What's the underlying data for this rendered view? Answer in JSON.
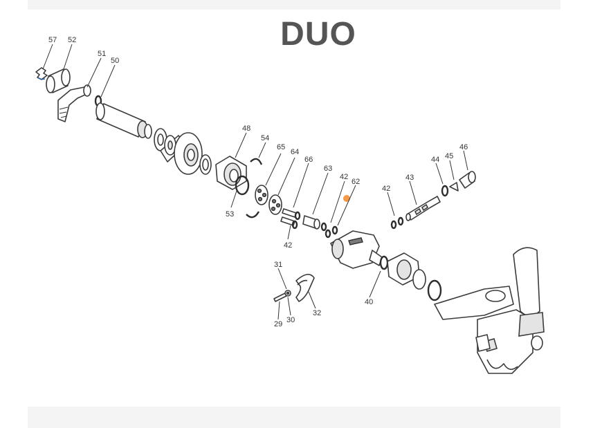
{
  "title": "DUO",
  "marker_color": "#f39a4a",
  "callouts": [
    {
      "id": "57",
      "label": "57"
    },
    {
      "id": "52",
      "label": "52"
    },
    {
      "id": "51",
      "label": "51"
    },
    {
      "id": "50",
      "label": "50"
    },
    {
      "id": "48",
      "label": "48"
    },
    {
      "id": "54",
      "label": "54"
    },
    {
      "id": "65",
      "label": "65"
    },
    {
      "id": "64",
      "label": "64"
    },
    {
      "id": "66",
      "label": "66"
    },
    {
      "id": "63",
      "label": "63"
    },
    {
      "id": "42a",
      "label": "42"
    },
    {
      "id": "62",
      "label": "62"
    },
    {
      "id": "42b",
      "label": "42"
    },
    {
      "id": "43",
      "label": "43"
    },
    {
      "id": "44",
      "label": "44"
    },
    {
      "id": "45",
      "label": "45"
    },
    {
      "id": "46",
      "label": "46"
    },
    {
      "id": "53",
      "label": "53"
    },
    {
      "id": "42c",
      "label": "42"
    },
    {
      "id": "31",
      "label": "31"
    },
    {
      "id": "40",
      "label": "40"
    },
    {
      "id": "29",
      "label": "29"
    },
    {
      "id": "30",
      "label": "30"
    },
    {
      "id": "32",
      "label": "32"
    }
  ]
}
